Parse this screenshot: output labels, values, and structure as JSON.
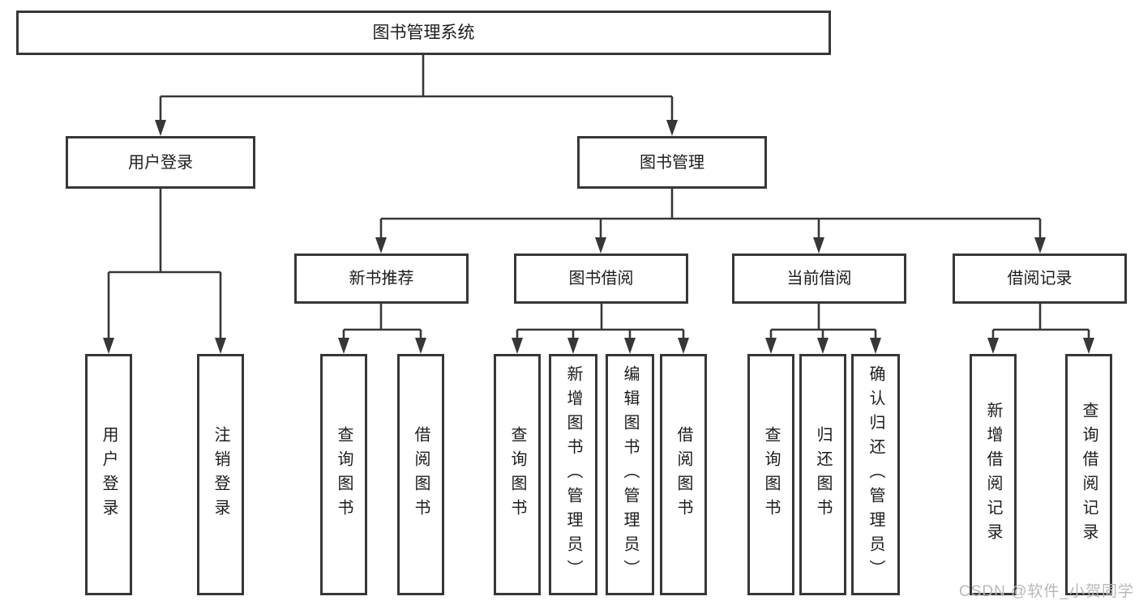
{
  "diagram": {
    "type": "hierarchy-tree",
    "colors": {
      "line": "#373737",
      "box_border": "#373737",
      "box_background": "#ffffff",
      "text": "#1c1c1c",
      "watermark": "#b8b8b8",
      "page_background": "#ffffff"
    },
    "tree": {
      "label": "图书管理系统",
      "children": [
        {
          "label": "用户登录",
          "children": [
            {
              "label": "用户登录"
            },
            {
              "label": "注销登录"
            }
          ]
        },
        {
          "label": "图书管理",
          "children": [
            {
              "label": "新书推荐",
              "children": [
                {
                  "label": "查询图书"
                },
                {
                  "label": "借阅图书"
                }
              ]
            },
            {
              "label": "图书借阅",
              "children": [
                {
                  "label": "查询图书"
                },
                {
                  "label": "新增图书（管理员）"
                },
                {
                  "label": "编辑图书（管理员）"
                },
                {
                  "label": "借阅图书"
                }
              ]
            },
            {
              "label": "当前借阅",
              "children": [
                {
                  "label": "查询图书"
                },
                {
                  "label": "归还图书"
                },
                {
                  "label": "确认归还（管理员）"
                }
              ]
            },
            {
              "label": "借阅记录",
              "children": [
                {
                  "label": "新增借阅记录"
                },
                {
                  "label": "查询借阅记录"
                }
              ]
            }
          ]
        }
      ]
    },
    "watermark": {
      "text": "CSDN @软件_小贺同学"
    }
  }
}
